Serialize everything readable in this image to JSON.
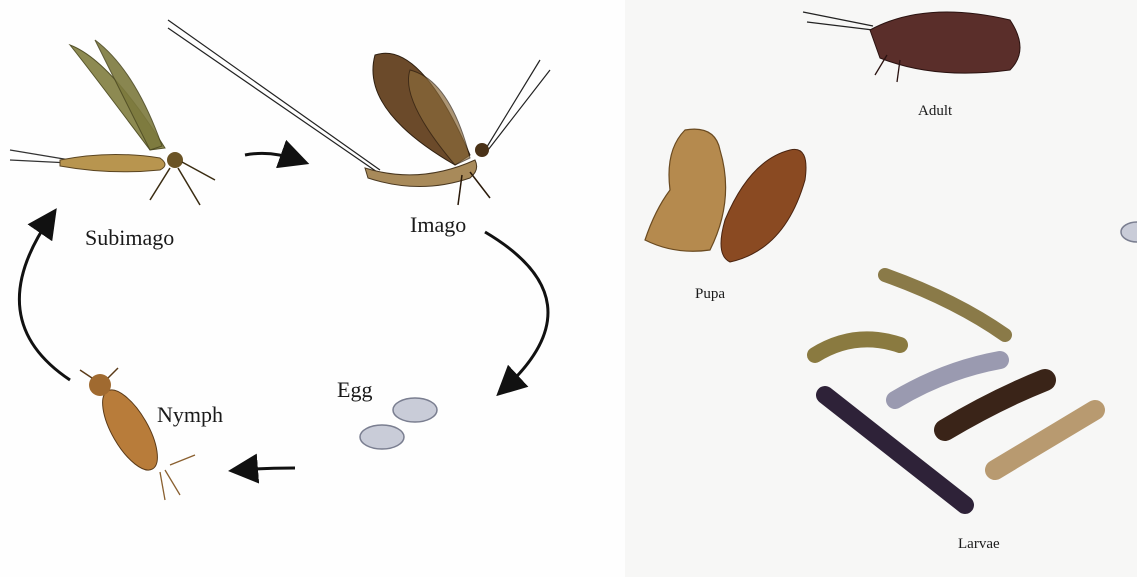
{
  "mayfly_cycle": {
    "stages": {
      "subimago": "Subimago",
      "imago": "Imago",
      "egg": "Egg",
      "nymph": "Nymph"
    }
  },
  "caddisfly_cycle": {
    "stages": {
      "adult": "Adult",
      "pupa": "Pupa",
      "larvae": "Larvae"
    }
  },
  "colors": {
    "arrow": "#111111",
    "egg": "#c9ccd8",
    "mayfly_wing": "#7d7a3e",
    "imago_wing": "#6b4a2a",
    "caddis_adult": "#5a2e2a",
    "pupa": "#8a4a22",
    "larva_case": "#3a2418"
  }
}
